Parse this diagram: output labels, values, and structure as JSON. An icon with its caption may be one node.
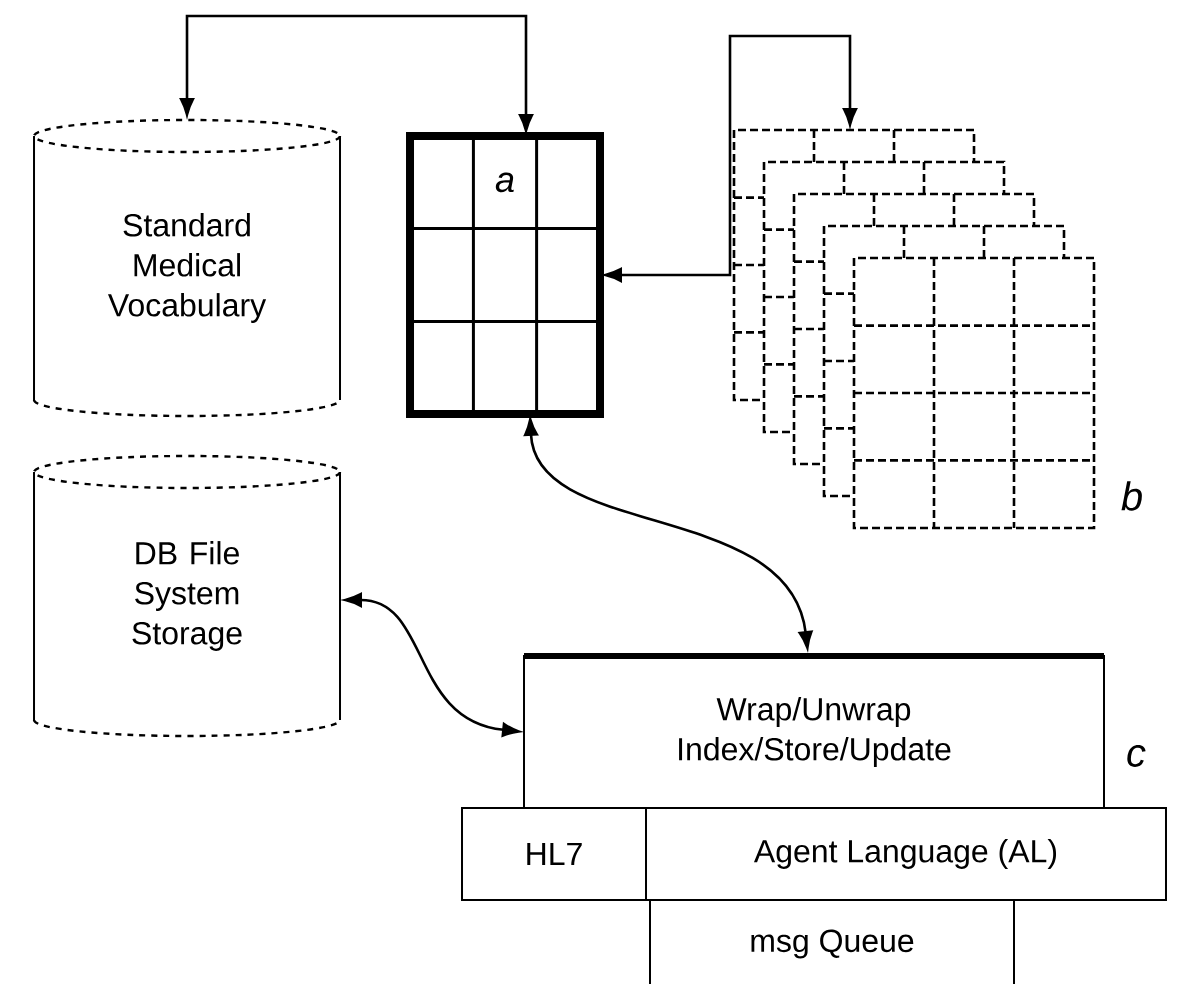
{
  "diagram": {
    "nodes": [
      {
        "text": [
          "Standard Medical Vocabulary"
        ]
      },
      {
        "text": [
          "a"
        ]
      },
      {
        "text": [],
        "shape": "picture",
        "beside": [
          "b"
        ]
      },
      {
        "text": [
          "DB File System Storage"
        ]
      },
      {
        "text": [
          "Wrap/Unwrap Index/Store/Update"
        ],
        "beside": [
          "c"
        ]
      },
      {
        "text": [
          "HL7"
        ]
      },
      {
        "text": [
          "Agent Language (AL)"
        ]
      },
      {
        "text": [
          "msg Queue"
        ]
      }
    ],
    "edges": [
      {
        "from": 0,
        "to": 1,
        "arrow": "both"
      },
      {
        "from": 1,
        "to": 2,
        "arrow": "both"
      },
      {
        "from": 1,
        "to": 4,
        "arrow": "both"
      },
      {
        "from": 3,
        "to": 4,
        "arrow": "both"
      }
    ]
  }
}
